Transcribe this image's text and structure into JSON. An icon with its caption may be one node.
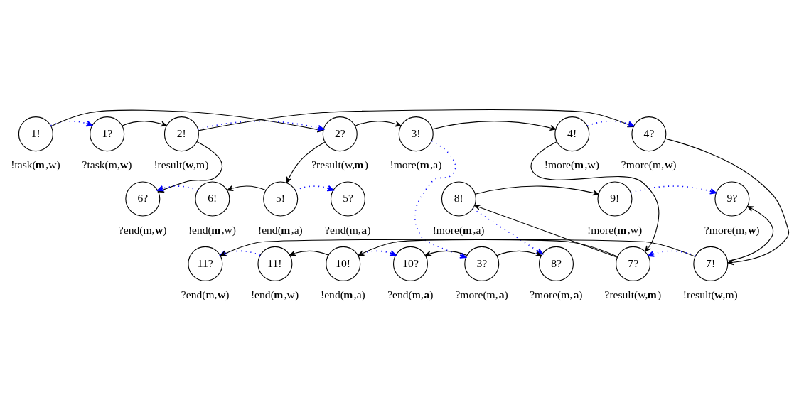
{
  "diagram": {
    "nodes": [
      {
        "text": [
          "1!"
        ],
        "beside": [
          "!task(**m**,w)"
        ]
      },
      {
        "text": [
          "1?"
        ],
        "beside": [
          "?task(m,**w**)"
        ]
      },
      {
        "text": [
          "2!"
        ],
        "beside": [
          "!result(**w**,m)"
        ]
      },
      {
        "text": [
          "2?"
        ],
        "beside": [
          "?result(w,**m**)"
        ]
      },
      {
        "text": [
          "3!"
        ],
        "beside": [
          "!more(**m**,a)"
        ]
      },
      {
        "text": [
          "4!"
        ],
        "beside": [
          "!more(**m**,w)"
        ]
      },
      {
        "text": [
          "4?"
        ],
        "beside": [
          "?more(m,**w**)"
        ]
      },
      {
        "text": [
          "6?"
        ],
        "beside": [
          "?end(m,**w**)"
        ]
      },
      {
        "text": [
          "6!"
        ],
        "beside": [
          "!end(**m**,w)"
        ]
      },
      {
        "text": [
          "5!"
        ],
        "beside": [
          "!end(**m**,a)"
        ]
      },
      {
        "text": [
          "5?"
        ],
        "beside": [
          "?end(m,**a**)"
        ]
      },
      {
        "text": [
          "8!"
        ],
        "beside": [
          "!more(**m**,a)"
        ]
      },
      {
        "text": [
          "9!"
        ],
        "beside": [
          "!more(**m**,w)"
        ]
      },
      {
        "text": [
          "9?"
        ],
        "beside": [
          "?more(m,**w**)"
        ]
      },
      {
        "text": [
          "11?"
        ],
        "beside": [
          "?end(m,**w**)"
        ]
      },
      {
        "text": [
          "11!"
        ],
        "beside": [
          "!end(**m**,w)"
        ]
      },
      {
        "text": [
          "10!"
        ],
        "beside": [
          "!end(**m**,a)"
        ]
      },
      {
        "text": [
          "10?"
        ],
        "beside": [
          "?end(m,**a**)"
        ]
      },
      {
        "text": [
          "3?"
        ],
        "beside": [
          "?more(m,**a**)"
        ]
      },
      {
        "text": [
          "8?"
        ],
        "beside": [
          "?more(m,**a**)"
        ]
      },
      {
        "text": [
          "7?"
        ],
        "beside": [
          "?result(w,**m**)"
        ]
      },
      {
        "text": [
          "7!"
        ],
        "beside": [
          "!result(**w**,m)"
        ]
      }
    ],
    "edges": [
      {
        "from": 0,
        "to": 3,
        "arrow": "to"
      },
      {
        "from": 0,
        "to": 1,
        "arrow": "to",
        "style": "dashed",
        "color": "#0000ff"
      },
      {
        "from": 1,
        "to": 2,
        "arrow": "to"
      },
      {
        "from": 2,
        "to": 3,
        "arrow": "to",
        "style": "dashed",
        "color": "#0000ff"
      },
      {
        "from": 2,
        "to": 6,
        "arrow": "to"
      },
      {
        "from": 2,
        "to": 7,
        "arrow": "to"
      },
      {
        "from": 3,
        "to": 4,
        "arrow": "to"
      },
      {
        "from": 3,
        "to": 9,
        "arrow": "to"
      },
      {
        "from": 4,
        "to": 5,
        "arrow": "to"
      },
      {
        "from": 4,
        "to": 18,
        "arrow": "to",
        "style": "dashed",
        "color": "#0000ff"
      },
      {
        "from": 5,
        "to": 6,
        "arrow": "to",
        "style": "dashed",
        "color": "#0000ff"
      },
      {
        "from": 5,
        "to": 20,
        "arrow": "to"
      },
      {
        "from": 6,
        "to": 21,
        "arrow": "to"
      },
      {
        "from": 9,
        "to": 8,
        "arrow": "to"
      },
      {
        "from": 8,
        "to": 7,
        "arrow": "to",
        "style": "dashed",
        "color": "#0000ff"
      },
      {
        "from": 9,
        "to": 10,
        "arrow": "to",
        "style": "dashed",
        "color": "#0000ff"
      },
      {
        "from": 11,
        "to": 12,
        "arrow": "to"
      },
      {
        "from": 11,
        "to": 19,
        "arrow": "to",
        "style": "dashed",
        "color": "#0000ff"
      },
      {
        "from": 12,
        "to": 13,
        "arrow": "to",
        "style": "dashed",
        "color": "#0000ff"
      },
      {
        "from": 20,
        "to": 11,
        "arrow": "to"
      },
      {
        "from": 21,
        "to": 13,
        "arrow": "to"
      },
      {
        "from": 21,
        "to": 20,
        "arrow": "to",
        "style": "dashed",
        "color": "#0000ff"
      },
      {
        "from": 18,
        "to": 17,
        "arrow": "to"
      },
      {
        "from": 18,
        "to": 19,
        "arrow": "to"
      },
      {
        "from": 16,
        "to": 17,
        "arrow": "to",
        "style": "dashed",
        "color": "#0000ff"
      },
      {
        "from": 16,
        "to": 15,
        "arrow": "to"
      },
      {
        "from": 15,
        "to": 14,
        "arrow": "to",
        "style": "dashed",
        "color": "#0000ff"
      },
      {
        "from": 20,
        "to": 16,
        "arrow": "to"
      },
      {
        "from": 21,
        "to": 14,
        "arrow": "to"
      }
    ]
  }
}
